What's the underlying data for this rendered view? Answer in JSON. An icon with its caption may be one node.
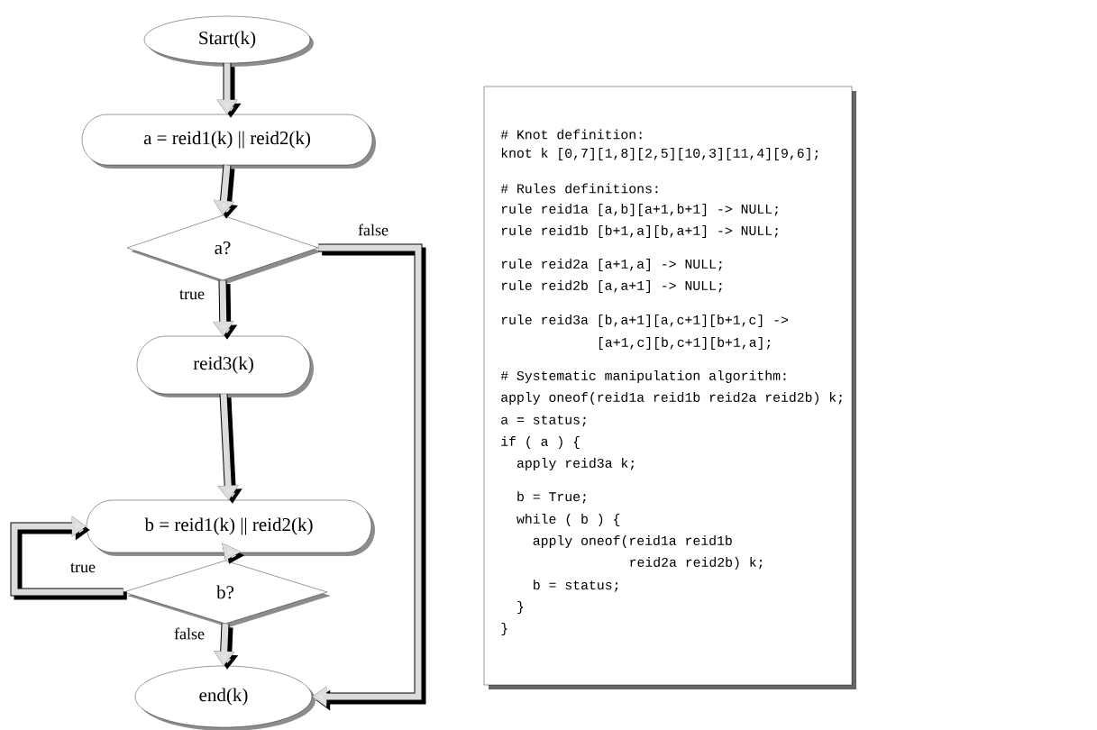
{
  "diagram": {
    "nodes": [
      {
        "text": [
          "Start(k)"
        ]
      },
      {
        "text": [
          "a = reid1(k) || reid2(k)"
        ]
      },
      {
        "text": [
          "a?"
        ]
      },
      {
        "text": [
          "reid3(k)"
        ]
      },
      {
        "text": [
          "b = reid1(k) || reid2(k)"
        ]
      },
      {
        "text": [
          "b?"
        ]
      },
      {
        "text": [
          "end(k)"
        ]
      },
      {
        "text": [
          "# Knot definition:",
          "knot k [0,7][1,8][2,5][10,3][11,4][9,6];",
          "# Rules definitions:",
          "rule reid1a [a,b][a+1,b+1] -> NULL;",
          "rule reid1b [b+1,a][b,a+1] -> NULL;",
          "rule reid2a [a+1,a] -> NULL;",
          "rule reid2b [a,a+1] -> NULL;",
          "rule reid3a [b,a+1][a,c+1][b+1,c] ->",
          "[a+1,c][b,c+1][b+1,a];",
          "# Systematic manipulation algorithm:",
          "apply oneof(reid1a reid1b reid2a reid2b) k;",
          "a = status;",
          "if ( a ) {",
          "apply reid3a k;",
          "b = True;",
          "while ( b ) {",
          "apply oneof(reid1a reid1b",
          "reid2a reid2b) k;",
          "b = status;",
          "}",
          "}"
        ]
      }
    ],
    "edges": [
      {
        "from": 0,
        "to": 1,
        "arrow": "to"
      },
      {
        "from": 1,
        "to": 2,
        "arrow": "to"
      },
      {
        "from": 2,
        "to": 3,
        "arrow": "to",
        "label": "true"
      },
      {
        "from": 2,
        "to": 6,
        "arrow": "to",
        "label": "false"
      },
      {
        "from": 3,
        "to": 4,
        "arrow": "to"
      },
      {
        "from": 4,
        "to": 5,
        "arrow": "to"
      },
      {
        "from": 5,
        "to": 4,
        "arrow": "to",
        "label": "true"
      },
      {
        "from": 5,
        "to": 6,
        "arrow": "to",
        "label": "false"
      }
    ]
  }
}
